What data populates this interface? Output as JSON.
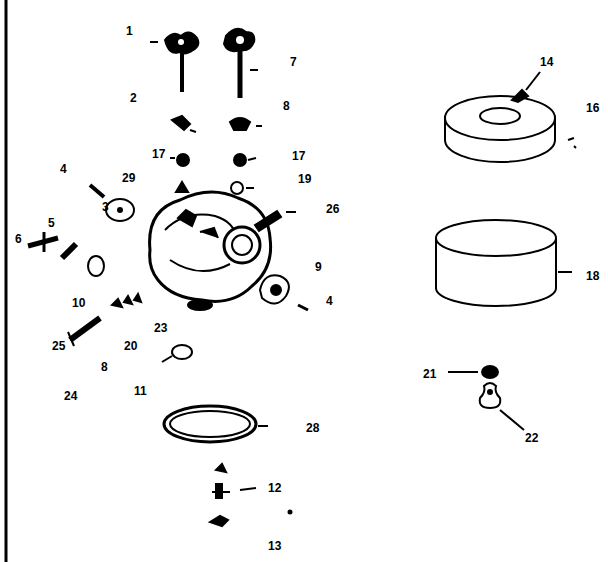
{
  "diagram": {
    "labels": [
      "1",
      "7",
      "14",
      "2",
      "8",
      "16",
      "17",
      "17",
      "4",
      "29",
      "19",
      "3",
      "26",
      "5",
      "6",
      "9",
      "18",
      "4",
      "10",
      "23",
      "25",
      "20",
      "8",
      "24",
      "11",
      "21",
      "28",
      "22",
      "12",
      "13"
    ]
  }
}
